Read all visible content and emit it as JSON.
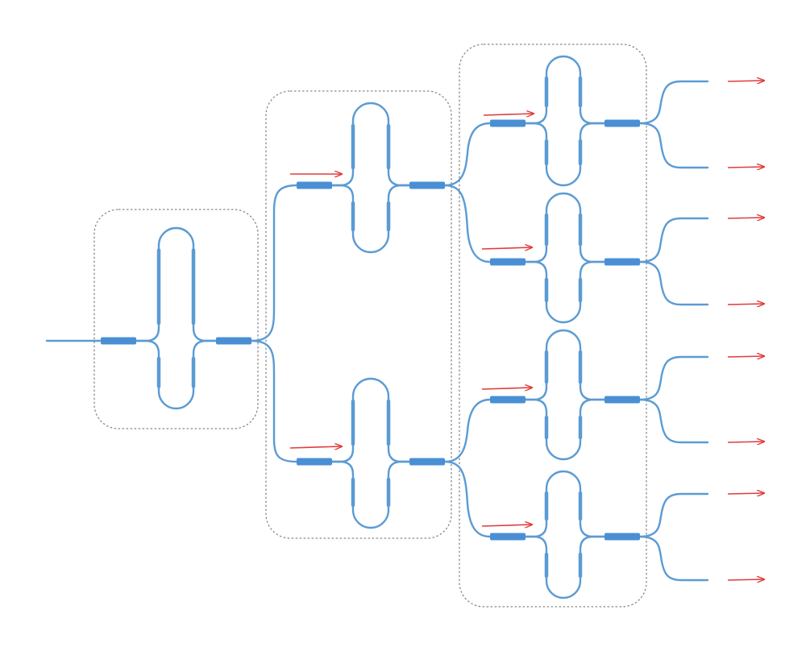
{
  "colors": {
    "waveguide": "#5b9bd3",
    "coupler": "#4a8fd4",
    "arm": "#5b9bd3",
    "arrow": "#e23b3b",
    "stage_border": "#8a8a8a",
    "background": "#ffffff"
  },
  "diagram": {
    "kind": "cascaded Mach-Zehnder interferometer splitter tree",
    "input_ports": 1,
    "output_ports": 8,
    "stages": [
      {
        "level": 1,
        "interferometers": 1,
        "phase_inputs": 0
      },
      {
        "level": 2,
        "interferometers": 2,
        "phase_inputs": 2
      },
      {
        "level": 3,
        "interferometers": 4,
        "phase_inputs": 4
      }
    ],
    "output_arrows": 8
  }
}
